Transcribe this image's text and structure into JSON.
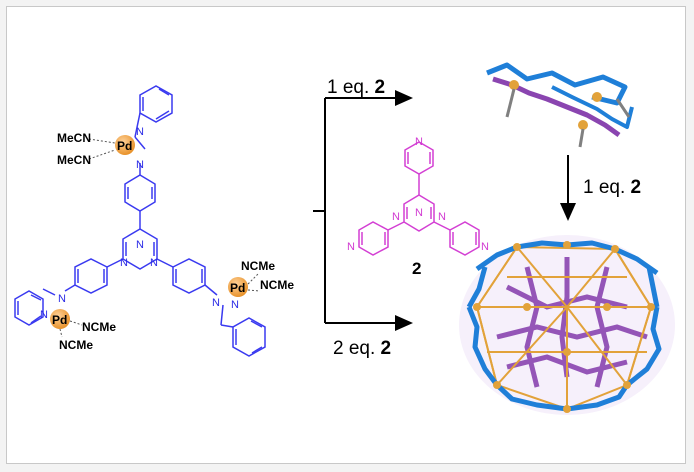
{
  "labels": {
    "mecn": "MeCN",
    "ncme": "NCMe",
    "pd": "Pd",
    "n": "N",
    "one_eq": "1 eq. ",
    "two_eq": "2 eq. ",
    "compound": "2"
  },
  "colors": {
    "ligand": "#3a3af0",
    "linker": "#d33fd3",
    "pd_ball": "#f0a030",
    "cage_blue": "#1f7fd8",
    "cage_purple": "#8a45b0",
    "cage_gold": "#e2a23a"
  }
}
